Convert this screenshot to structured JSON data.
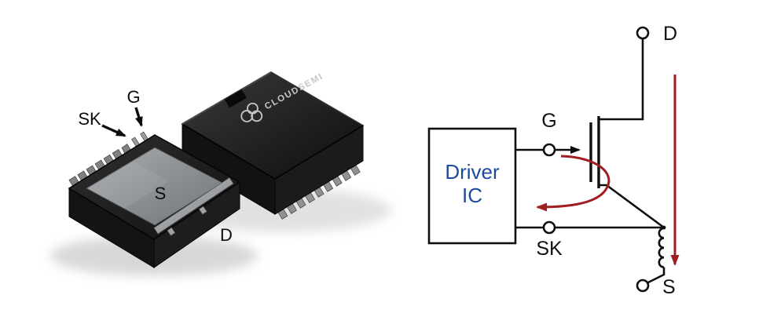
{
  "illustration": {
    "label_sk": "SK",
    "label_g": "G",
    "label_s": "S",
    "label_d": "D",
    "brand": "CLOUDSEMI"
  },
  "schematic": {
    "driver_line1": "Driver",
    "driver_line2": "IC",
    "label_g": "G",
    "label_sk": "SK",
    "label_d": "D",
    "label_s": "S"
  },
  "colors": {
    "driver_text": "#1c4b9c",
    "current_arrow": "#a01d22",
    "package_body": "#1c1c1c",
    "pad_gray": "#8f9193"
  }
}
